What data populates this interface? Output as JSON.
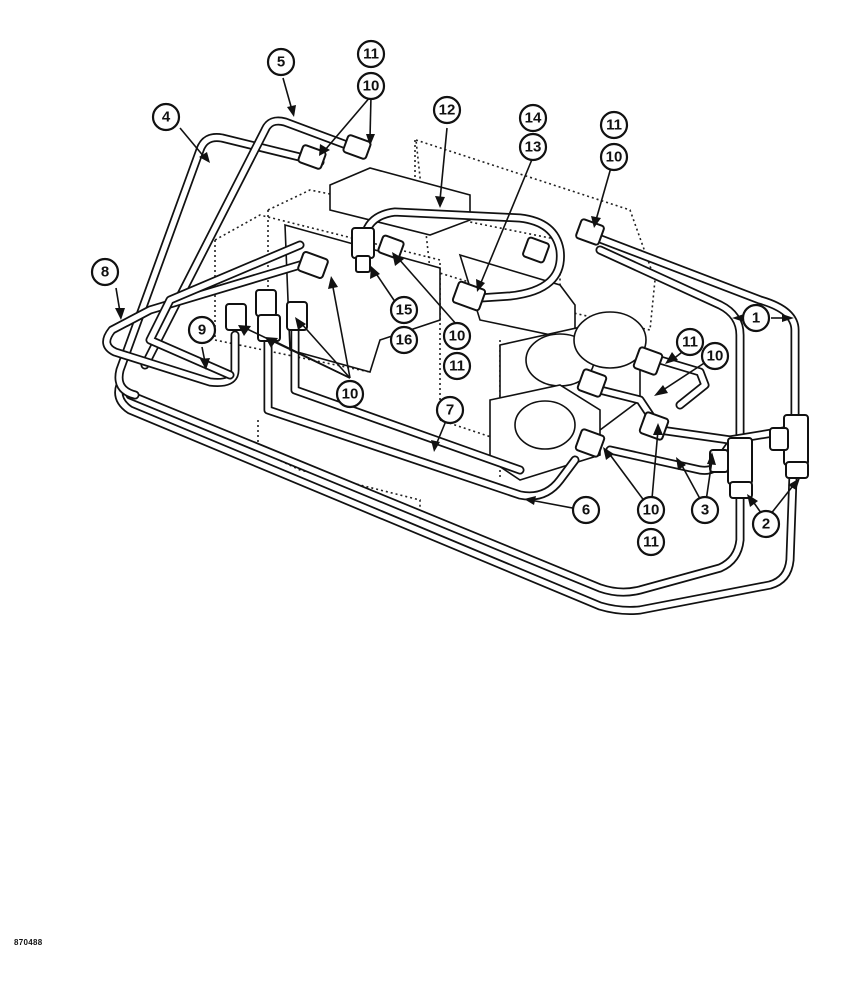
{
  "diagram": {
    "callouts": [
      {
        "id": "c1",
        "label": "1"
      },
      {
        "id": "c2",
        "label": "2"
      },
      {
        "id": "c3",
        "label": "3"
      },
      {
        "id": "c4",
        "label": "4"
      },
      {
        "id": "c5",
        "label": "5"
      },
      {
        "id": "c6",
        "label": "6"
      },
      {
        "id": "c7",
        "label": "7"
      },
      {
        "id": "c8",
        "label": "8"
      },
      {
        "id": "c9",
        "label": "9"
      },
      {
        "id": "c10a",
        "label": "10"
      },
      {
        "id": "c10b",
        "label": "10"
      },
      {
        "id": "c10c",
        "label": "10"
      },
      {
        "id": "c10d",
        "label": "10"
      },
      {
        "id": "c10e",
        "label": "10"
      },
      {
        "id": "c10f",
        "label": "10"
      },
      {
        "id": "c11a",
        "label": "11"
      },
      {
        "id": "c11b",
        "label": "11"
      },
      {
        "id": "c11c",
        "label": "11"
      },
      {
        "id": "c11d",
        "label": "11"
      },
      {
        "id": "c11e",
        "label": "11"
      },
      {
        "id": "c12",
        "label": "12"
      },
      {
        "id": "c13",
        "label": "13"
      },
      {
        "id": "c14",
        "label": "14"
      },
      {
        "id": "c15",
        "label": "15"
      },
      {
        "id": "c16",
        "label": "16"
      }
    ],
    "reference_number": "870488"
  }
}
